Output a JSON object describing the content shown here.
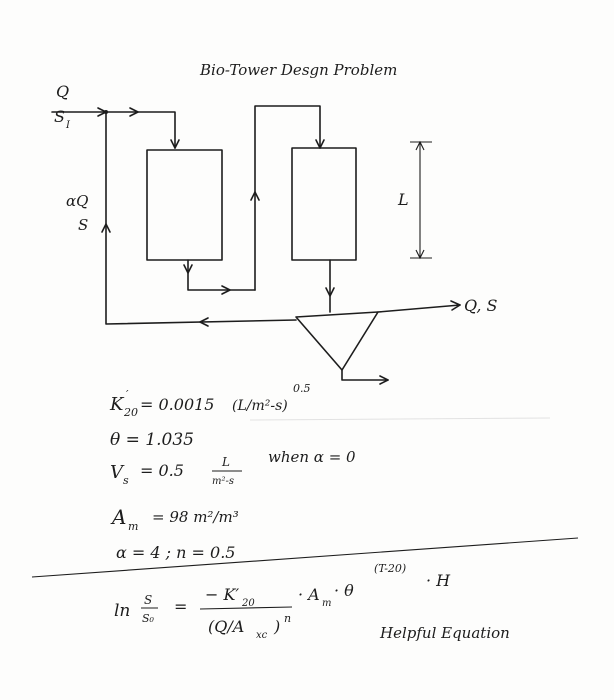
{
  "title": "Bio-Tower Desgn Problem",
  "flow_labels": {
    "inflow": "Q",
    "influent_conc": "S",
    "influent_sub": "I",
    "recycle_flow": "αQ",
    "recycle_conc": "S",
    "height": "L",
    "outflow": "Q, S"
  },
  "parameters": {
    "k20": {
      "lhs": "K",
      "sub": "20",
      "rhs": "= 0.0015",
      "unit": "(L/m²-s)",
      "exp": "0.5"
    },
    "theta": {
      "text": "θ = 1.035"
    },
    "vs": {
      "lhs": "V",
      "sub": "s",
      "rhs": "= 0.5",
      "unit_num": "L",
      "unit_den": "m²-s",
      "cond": "when  α = 0"
    },
    "am": {
      "text": "A",
      "sub": "m",
      "rhs": "= 98 m²/m³"
    },
    "alpha_n": {
      "text": "α =  4    ;    n = 0.5"
    }
  },
  "equation": {
    "lhs": "ln",
    "frac_num": "S",
    "frac_den": "S₀",
    "eq": "=",
    "num": "− K′",
    "num_sub": "20",
    "den": "(Q/A",
    "den_sub": "xc",
    "den_close": ")",
    "den_exp": "n",
    "am": "· A",
    "am_sub": "m",
    "theta": "· θ",
    "theta_exp": "(T-20)",
    "h": "·  H",
    "caption": "Helpful Equation"
  }
}
